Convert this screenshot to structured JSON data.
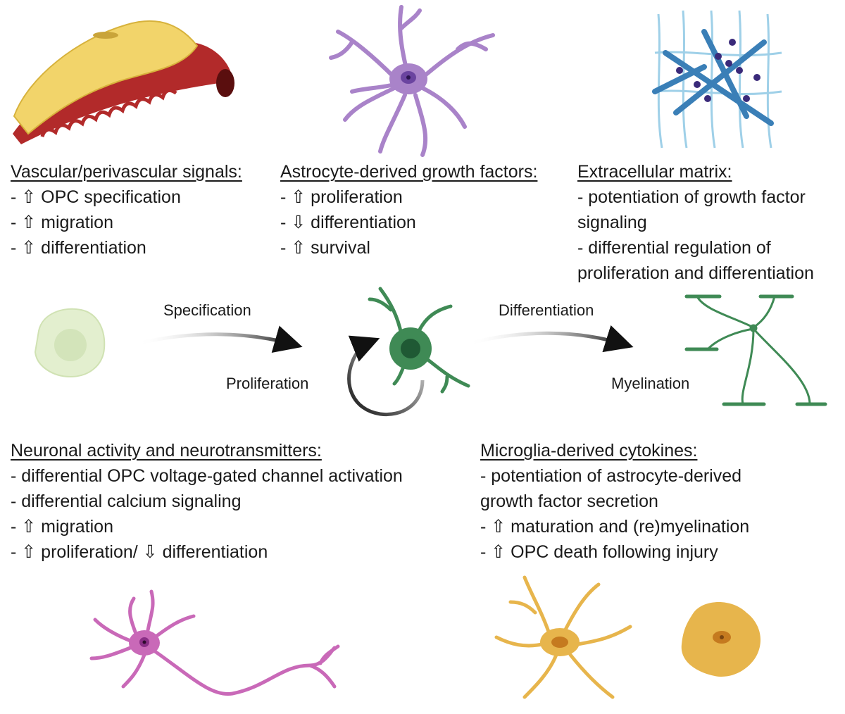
{
  "colors": {
    "vessel_red": "#b22a2a",
    "vessel_yellow": "#f2d46a",
    "astrocyte_purple": "#a983c9",
    "opc_green": "#3f8a55",
    "precursor_pale": "#e3efcf",
    "neuron_pink": "#c969b8",
    "microglia_orange": "#e7b54c",
    "ecm_blue": "#3a7fb7"
  },
  "illustrations": {
    "vessel": "blood-vessel-with-pericyte",
    "astrocyte": "astrocyte-cell",
    "ecm": "extracellular-matrix-mesh",
    "precursor": "neural-precursor-cell",
    "opc": "oligodendrocyte-precursor-cell",
    "oligodendrocyte": "myelinating-oligodendrocyte",
    "neuron": "neuron-cell",
    "microglia_ramified": "ramified-microglia",
    "microglia_amoeboid": "amoeboid-microglia"
  },
  "process": {
    "specification": "Specification",
    "proliferation": "Proliferation",
    "differentiation": "Differentiation",
    "myelination": "Myelination"
  },
  "vascular": {
    "title": "Vascular/perivascular signals:",
    "items": [
      "- ⇧ OPC specification",
      "- ⇧ migration",
      "- ⇧ differentiation"
    ]
  },
  "astrocyte": {
    "title": "Astrocyte-derived growth factors:",
    "items": [
      "- ⇧ proliferation",
      "- ⇩ differentiation",
      "- ⇧ survival"
    ]
  },
  "ecm": {
    "title": "Extracellular matrix:",
    "items": [
      "- potentiation of growth factor signaling",
      "- differential regulation of proliferation and differentiation"
    ]
  },
  "neuronal": {
    "title": "Neuronal activity and neurotransmitters:",
    "items": [
      "- differential OPC voltage-gated channel activation",
      "- differential calcium signaling",
      "- ⇧ migration",
      "- ⇧ proliferation/ ⇩ differentiation"
    ]
  },
  "microglia": {
    "title": "Microglia-derived cytokines:",
    "items": [
      "- potentiation of astrocyte-derived growth factor secretion",
      "- ⇧ maturation and (re)myelination",
      "- ⇧ OPC death following injury"
    ]
  }
}
